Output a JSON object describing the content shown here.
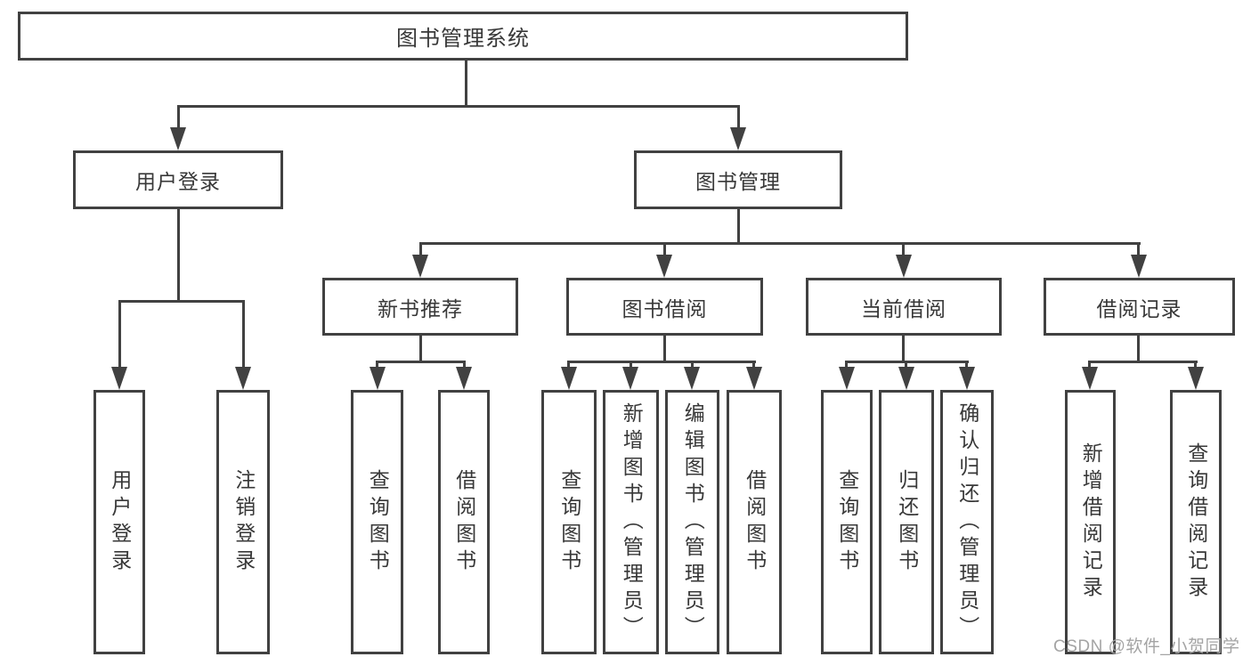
{
  "diagram": {
    "title": "图书管理系统",
    "level2": [
      {
        "label": "用户登录"
      },
      {
        "label": "图书管理"
      }
    ],
    "level3": [
      {
        "label": "新书推荐"
      },
      {
        "label": "图书借阅"
      },
      {
        "label": "当前借阅"
      },
      {
        "label": "借阅记录"
      }
    ],
    "leaves": [
      {
        "label": "用户登录"
      },
      {
        "label": "注销登录"
      },
      {
        "label": "查询图书"
      },
      {
        "label": "借阅图书"
      },
      {
        "label": "查询图书"
      },
      {
        "label": "新增图书（管理员）"
      },
      {
        "label": "编辑图书（管理员）"
      },
      {
        "label": "借阅图书"
      },
      {
        "label": "查询图书"
      },
      {
        "label": "归还图书"
      },
      {
        "label": "确认归还（管理员）"
      },
      {
        "label": "新增借阅记录"
      },
      {
        "label": "查询借阅记录"
      }
    ],
    "watermark": "CSDN @软件_小贺同学"
  },
  "colors": {
    "line": "#414141",
    "text": "#383838",
    "watermark": "#a4a4a4",
    "background": "#ffffff"
  }
}
